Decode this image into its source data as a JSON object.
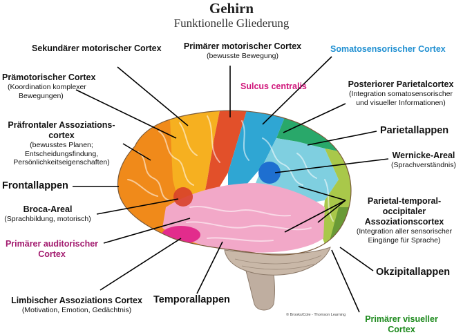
{
  "title": "Gehirn",
  "subtitle": "Funktionelle Gliederung",
  "labels": {
    "sekundaer": "Sekundärer motorischer Cortex",
    "primaer_motor": "Primärer motorischer Cortex",
    "primaer_motor_sub": "(bewusste Bewegung)",
    "somato": "Somatosensorischer Cortex",
    "praemotor": "Prämotorischer Cortex",
    "praemotor_sub1": "(Koordination komplexer",
    "praemotor_sub2": "Bewegungen)",
    "sulcus": "Sulcus centralis",
    "post_parietal": "Posteriorer Parietalcortex",
    "post_parietal_sub1": "(Integration somatosensorischer",
    "post_parietal_sub2": "und visueller Informationen)",
    "praefrontal1": "Präfrontaler Assoziations-",
    "praefrontal2": "cortex",
    "praefrontal_sub1": "(bewusstes Planen;",
    "praefrontal_sub2": "Entscheidungsfindung,",
    "praefrontal_sub3": "Persönlichkeitseigenschaften)",
    "parietallappen": "Parietallappen",
    "wernicke": "Wernicke-Areal",
    "wernicke_sub": "(Sprachverständnis)",
    "frontallappen": "Frontallappen",
    "pto1": "Parietal-temporal-",
    "pto2": "occipitaler",
    "pto3": "Assoziationscortex",
    "pto_sub1": "(Integration aller sensorischer",
    "pto_sub2": "Eingänge für Sprache)",
    "broca": "Broca-Areal",
    "broca_sub": "(Sprachbildung, motorisch)",
    "auditory1": "Primärer auditorischer",
    "auditory2": "Cortex",
    "okzipital": "Okzipitallappen",
    "limbisch": "Limbischer Assoziations Cortex",
    "limbisch_sub": "(Motivation, Emotion, Gedächtnis)",
    "temporal": "Temporallappen",
    "visual1": "Primärer visueller",
    "visual2": "Cortex",
    "copyright": "© Brooks/Cole - Thomson Learning"
  },
  "colors": {
    "frontal": "#f08a1a",
    "premotor": "#f6b020",
    "motor": "#e2502a",
    "somatosensory": "#2fa6d3",
    "parietal": "#29a86a",
    "posterior_parietal": "#7fcfe0",
    "temporal": "#f2a8c8",
    "auditory": "#e22c8c",
    "occipital": "#a9c84a",
    "visual": "#6a9a36",
    "broca": "#d8402a",
    "wernicke": "#1e6fd0",
    "brainstem": "#bfaea0",
    "cerebellum": "#c9b8a8",
    "label_magenta": "#d0157a",
    "label_purple": "#a21a6e",
    "label_blue": "#1f8fd1",
    "label_green": "#1d8a1d"
  }
}
